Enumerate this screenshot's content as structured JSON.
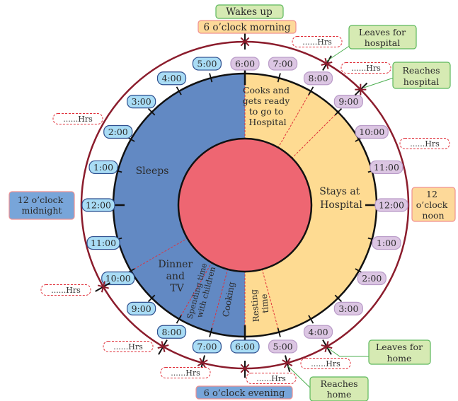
{
  "labels": {
    "wakes_up": "Wakes up",
    "morning": "6 o’clock morning",
    "evening": "6 o’clock evening",
    "midnight": [
      "12 o’clock",
      "midnight"
    ],
    "noon": [
      "12",
      "o’clock",
      "noon"
    ]
  },
  "callouts": {
    "leaves_hospital": [
      "Leaves for",
      "hospital"
    ],
    "reaches_hospital": [
      "Reaches",
      "hospital"
    ],
    "leaves_home": [
      "Leaves for",
      "home"
    ],
    "reaches_home": [
      "Reaches",
      "home"
    ]
  },
  "activities": {
    "cooks": [
      "Cooks and",
      "gets ready",
      "to go to",
      "Hospital"
    ],
    "stays": [
      "Stays at",
      "Hospital"
    ],
    "sleeps": "Sleeps",
    "dinner": [
      "Dinner",
      "and",
      "TV"
    ],
    "spending": [
      "Spending time",
      "with children"
    ],
    "cooking": "Cooking",
    "resting": [
      "Resting",
      "time"
    ]
  },
  "blank_hrs": [
    "......Hrs",
    "......Hrs",
    "......Hrs",
    "......Hrs",
    "......Hrs",
    "......Hrs",
    "......Hrs",
    "......Hrs",
    "......Hrs"
  ],
  "day_hours": [
    "6:00",
    "7:00",
    "8:00",
    "9:00",
    "10:00",
    "11:00",
    "12:00",
    "1:00",
    "2:00",
    "3:00",
    "4:00",
    "5:00"
  ],
  "night_hours": [
    "6:00",
    "7:00",
    "8:00",
    "9:00",
    "10:00",
    "11:00",
    "12:00",
    "1:00",
    "2:00",
    "3:00",
    "4:00",
    "5:00"
  ],
  "colors": {
    "day_sector": "#fedb92",
    "night_sector": "#6289c3",
    "center": "#ee6672",
    "outer_ring": "#8b1c2c",
    "day_label_fill": "#dcc6e3",
    "night_label_fill": "#a9dcf5",
    "callout_fill": "#d6eab3"
  }
}
